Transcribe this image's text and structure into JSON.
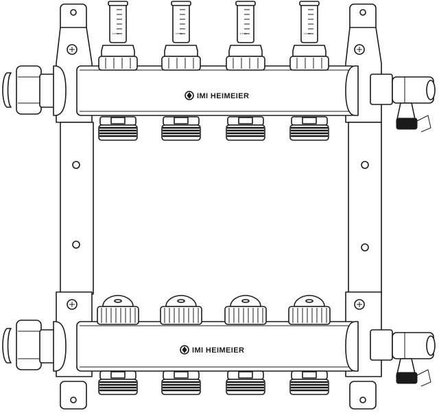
{
  "brand": {
    "upper_label": "IMI HEIMEIER",
    "lower_label": "IMI HEIMEIER",
    "flowmeter_unit": "L/min"
  },
  "flowmeters": [
    {
      "id": "flowmeter-1"
    },
    {
      "id": "flowmeter-2"
    },
    {
      "id": "flowmeter-3"
    },
    {
      "id": "flowmeter-4"
    }
  ],
  "valves": [
    {
      "id": "valve-cap-1"
    },
    {
      "id": "valve-cap-2"
    },
    {
      "id": "valve-cap-3"
    },
    {
      "id": "valve-cap-4"
    }
  ],
  "colors": {
    "line": "#1a1a1a",
    "fill": "#ffffff"
  }
}
